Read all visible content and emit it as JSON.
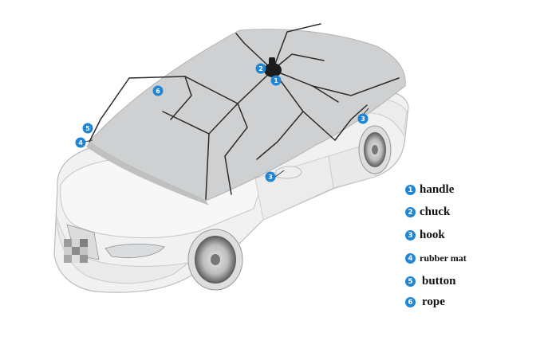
{
  "callouts": [
    {
      "num": "1",
      "target": "handle"
    },
    {
      "num": "2",
      "target": "chuck"
    },
    {
      "num": "3",
      "target": "hook-rear"
    },
    {
      "num": "3",
      "target": "hook-side"
    },
    {
      "num": "4",
      "target": "rubber-mat"
    },
    {
      "num": "5",
      "target": "button"
    },
    {
      "num": "6",
      "target": "rope"
    }
  ],
  "legend": [
    {
      "num": "1",
      "label": "handle"
    },
    {
      "num": "2",
      "label": "chuck"
    },
    {
      "num": "3",
      "label": "hook"
    },
    {
      "num": "4",
      "label": "rubber mat"
    },
    {
      "num": "5",
      "label": "button"
    },
    {
      "num": "6",
      "label": "rope"
    }
  ],
  "colors": {
    "callout": "#1f86d6",
    "canopy": "#cfd0d1",
    "frame": "#2b2b2b",
    "car_body": "#f1f1f1",
    "car_outline": "#b9b9b9"
  }
}
